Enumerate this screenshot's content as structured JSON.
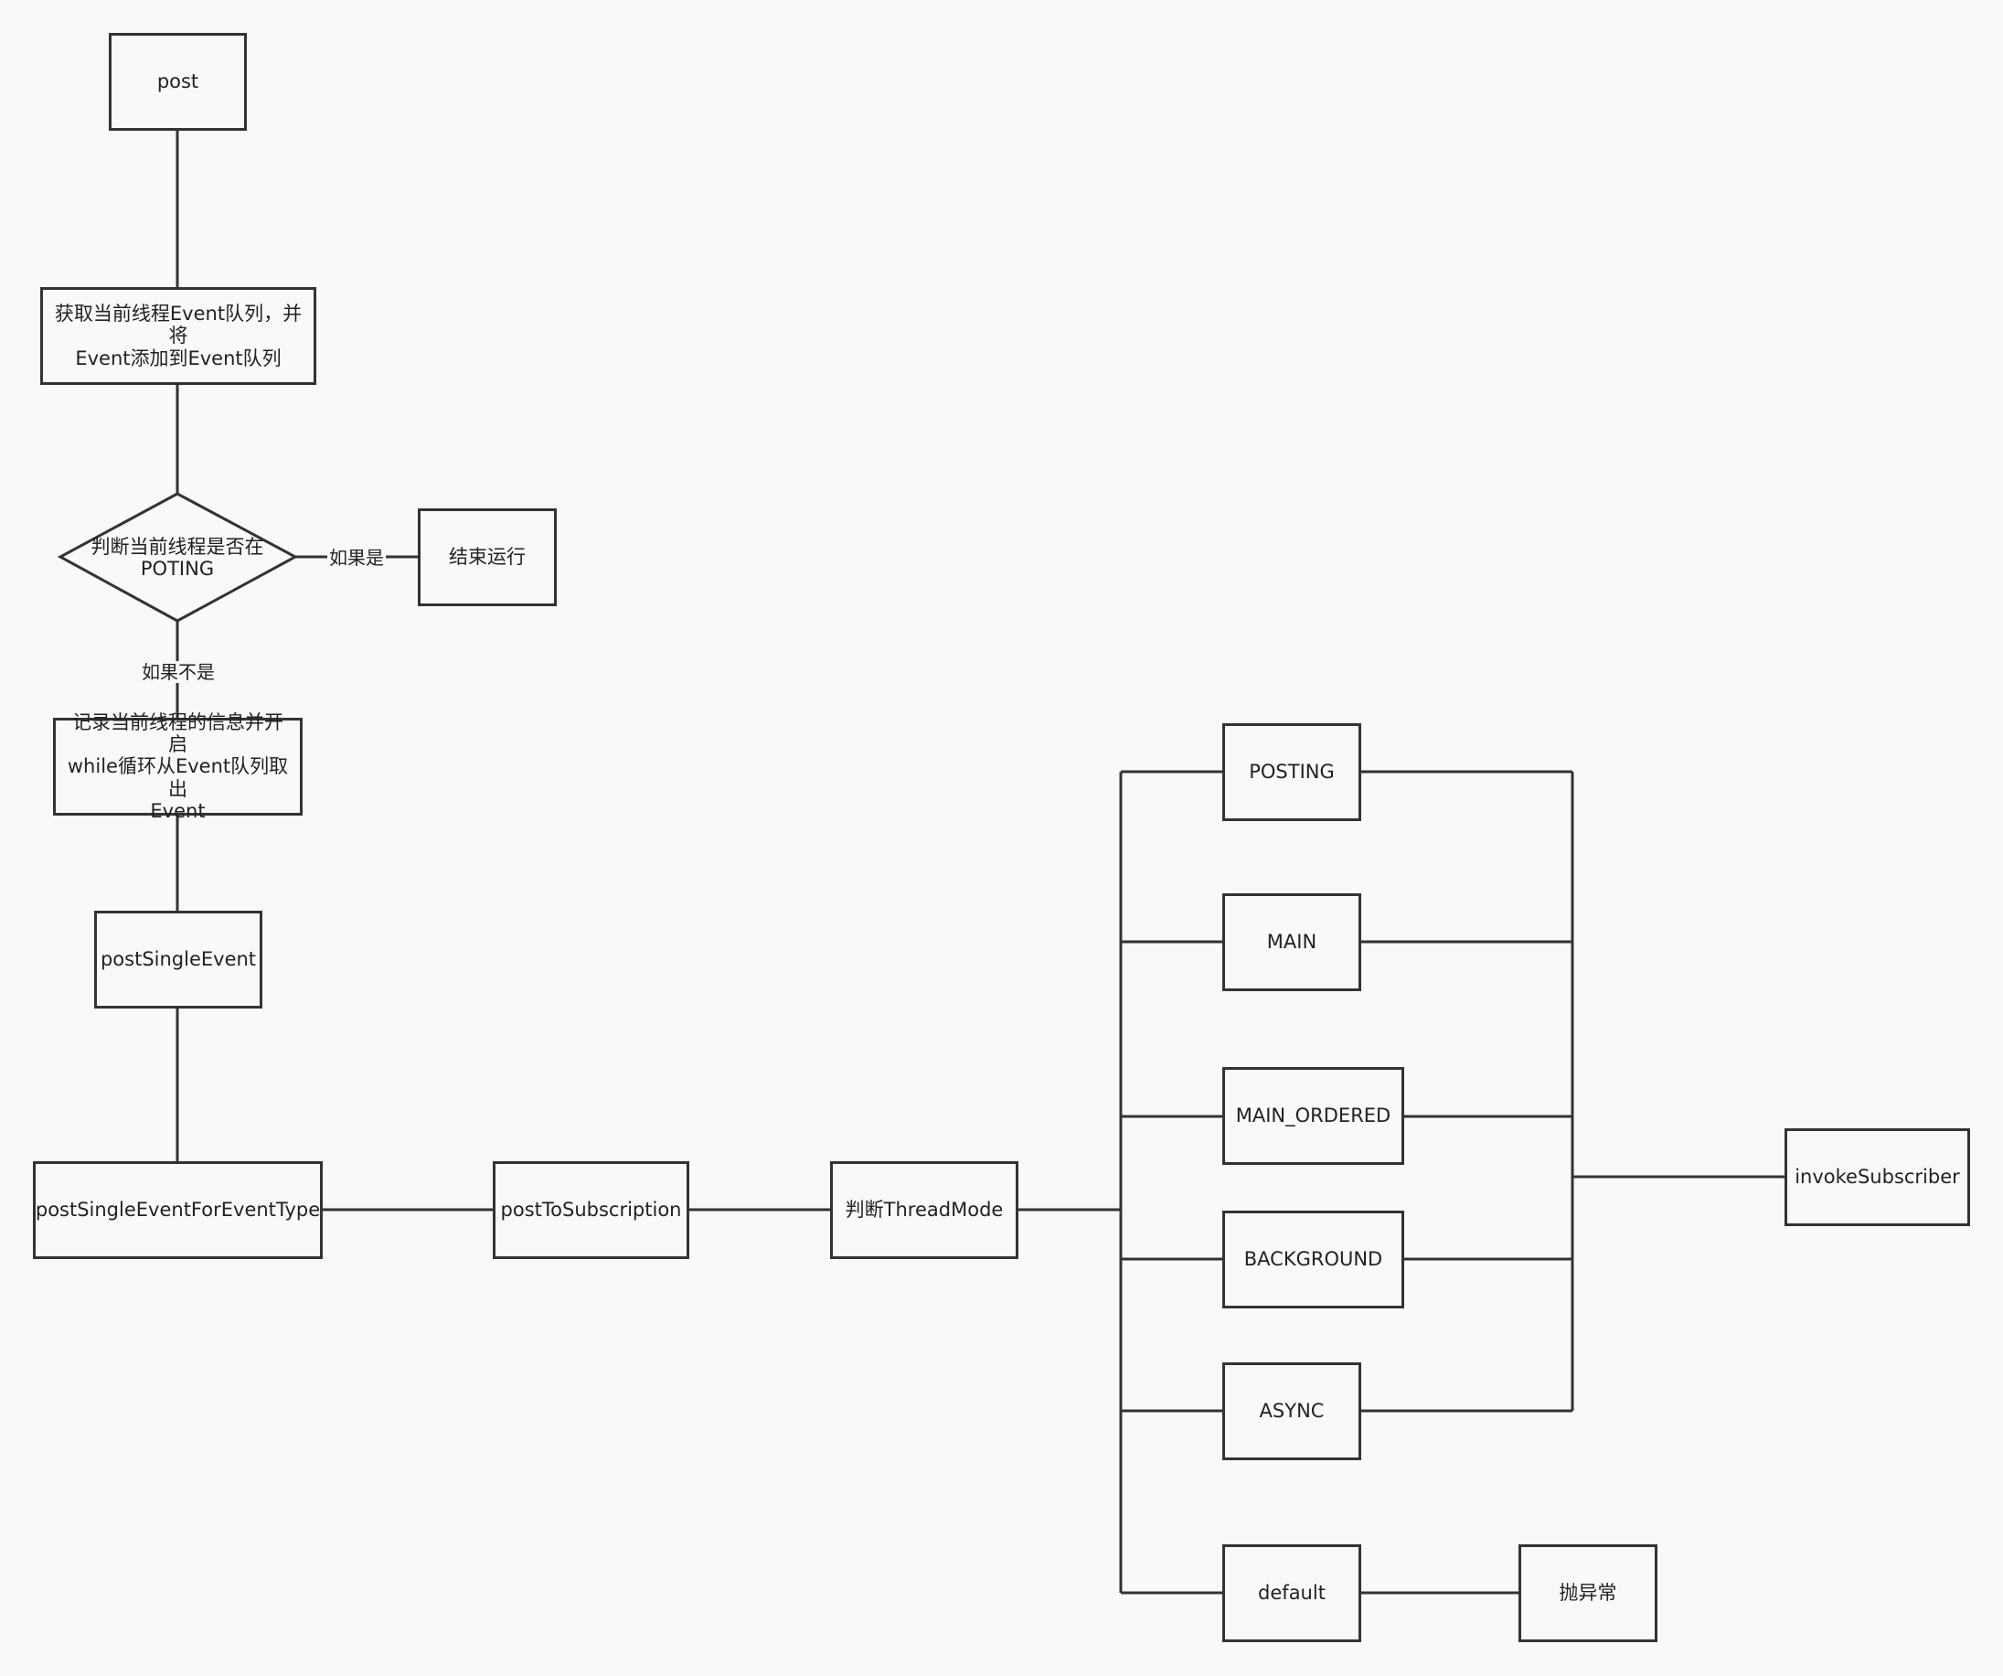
{
  "colors": {
    "background": "#f9f9f9",
    "stroke": "#333333",
    "text": "#222222"
  },
  "nodes": {
    "post": "post",
    "get_queue": "获取当前线程Event队列，并将\nEvent添加到Event队列",
    "is_posting": "判断当前线程是否在\nPOTING",
    "end_run": "结束运行",
    "record_loop": "记录当前线程的信息并开启\nwhile循环从Event队列取出\nEvent",
    "post_single_event": "postSingleEvent",
    "post_single_event_for_type": "postSingleEventForEventType",
    "post_to_subscription": "postToSubscription",
    "judge_thread_mode": "判断ThreadMode",
    "mode_posting": "POSTING",
    "mode_main": "MAIN",
    "mode_main_ordered": "MAIN_ORDERED",
    "mode_background": "BACKGROUND",
    "mode_async": "ASYNC",
    "mode_default": "default",
    "throw_exception": "抛异常",
    "invoke_subscriber": "invokeSubscriber"
  },
  "edge_labels": {
    "if_yes": "如果是",
    "if_not": "如果不是"
  }
}
